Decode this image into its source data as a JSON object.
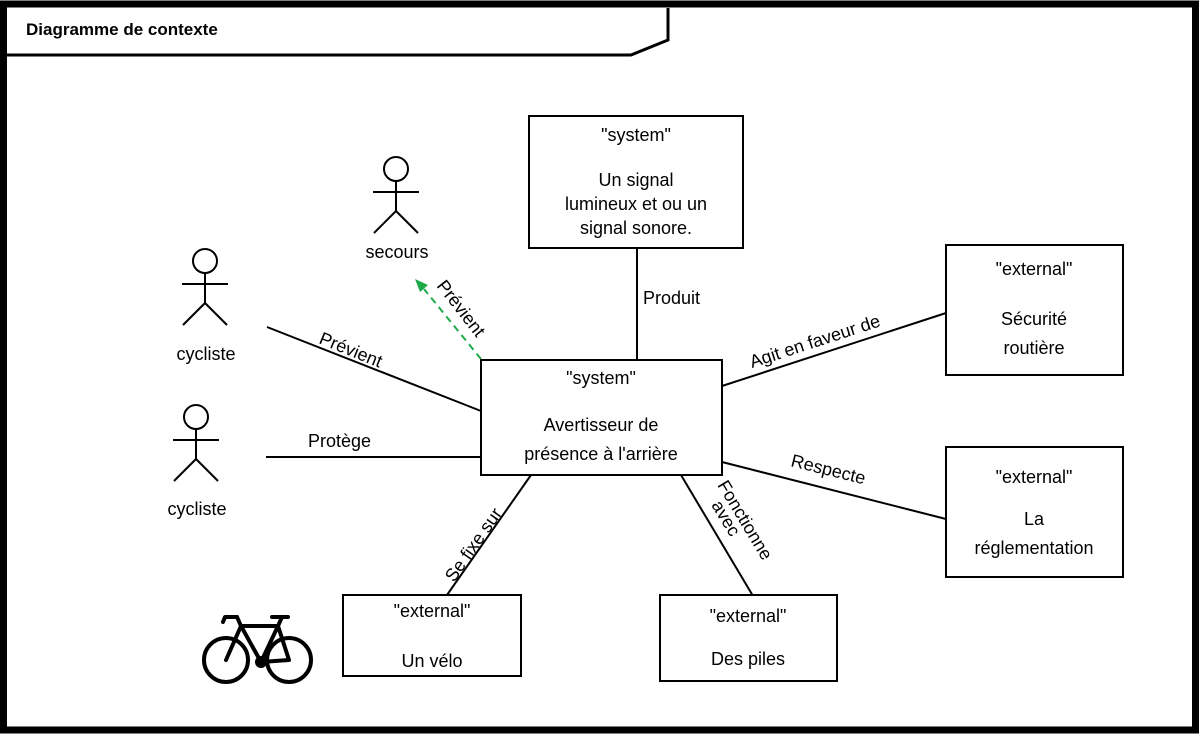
{
  "diagram": {
    "title": "Diagramme de contexte",
    "colors": {
      "line": "#000000",
      "background": "#ffffff",
      "dependency": "#1faa4a"
    },
    "central_block": {
      "stereotype": "\"system\"",
      "name_lines": [
        "Avertisseur de",
        "présence à l'arrière"
      ]
    },
    "blocks": [
      {
        "id": "signal",
        "stereotype": "\"system\"",
        "name_lines": [
          "Un signal",
          "lumineux et ou un",
          "signal sonore."
        ]
      },
      {
        "id": "securite",
        "stereotype": "\"external\"",
        "name_lines": [
          "Sécurité",
          "routière"
        ]
      },
      {
        "id": "reglementation",
        "stereotype": "\"external\"",
        "name_lines": [
          "La",
          "réglementation"
        ]
      },
      {
        "id": "piles",
        "stereotype": "\"external\"",
        "name_lines": [
          "Des piles"
        ]
      },
      {
        "id": "velo",
        "stereotype": "\"external\"",
        "name_lines": [
          "Un vélo"
        ]
      }
    ],
    "actors": [
      {
        "id": "secours",
        "label": "secours"
      },
      {
        "id": "cycliste1",
        "label": "cycliste"
      },
      {
        "id": "cycliste2",
        "label": "cycliste"
      }
    ],
    "associations": [
      {
        "from": "central",
        "to": "signal",
        "label": "Produit",
        "style": "solid"
      },
      {
        "from": "central",
        "to": "securite",
        "label": "Agit en faveur de",
        "style": "solid"
      },
      {
        "from": "central",
        "to": "reglementation",
        "label": "Respecte",
        "style": "solid"
      },
      {
        "from": "central",
        "to": "piles",
        "label_lines": [
          "Fonctionne",
          "avec"
        ],
        "style": "solid"
      },
      {
        "from": "central",
        "to": "velo",
        "label": "Se fixe sur",
        "style": "solid"
      },
      {
        "from": "cycliste1",
        "to": "central",
        "label": "Prévient",
        "style": "solid"
      },
      {
        "from": "cycliste2",
        "to": "central",
        "label": "Protège",
        "style": "solid"
      },
      {
        "from": "central",
        "to": "secours",
        "label": "Prévient",
        "style": "dashed-arrow"
      }
    ],
    "decorations": [
      {
        "id": "bicycle",
        "icon": "bicycle-icon"
      }
    ]
  }
}
